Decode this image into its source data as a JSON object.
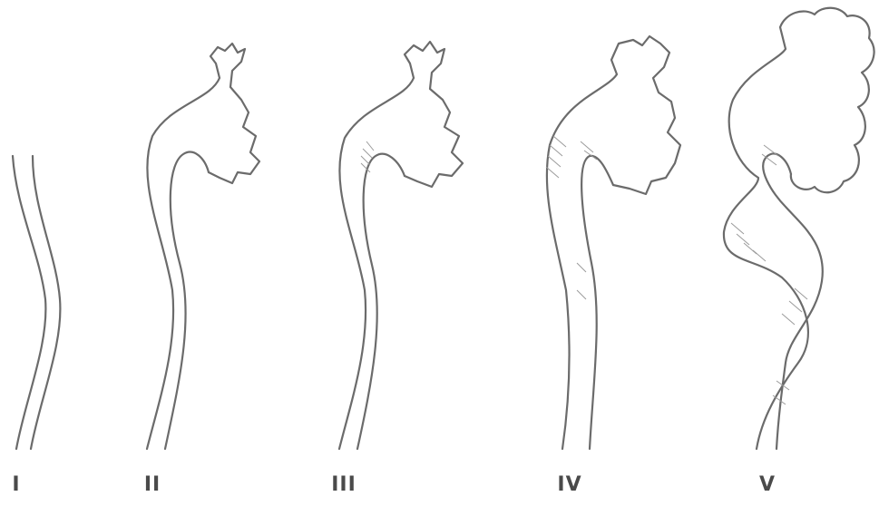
{
  "stages": [
    {
      "id": "stage-1",
      "label": "I"
    },
    {
      "id": "stage-2",
      "label": "II"
    },
    {
      "id": "stage-3",
      "label": "III"
    },
    {
      "id": "stage-4",
      "label": "IV"
    },
    {
      "id": "stage-5",
      "label": "V"
    }
  ],
  "colors": {
    "outline": "#6b6b6b",
    "shading": "#9a9a9a",
    "label": "#4a4a4a",
    "background": "#ffffff"
  }
}
